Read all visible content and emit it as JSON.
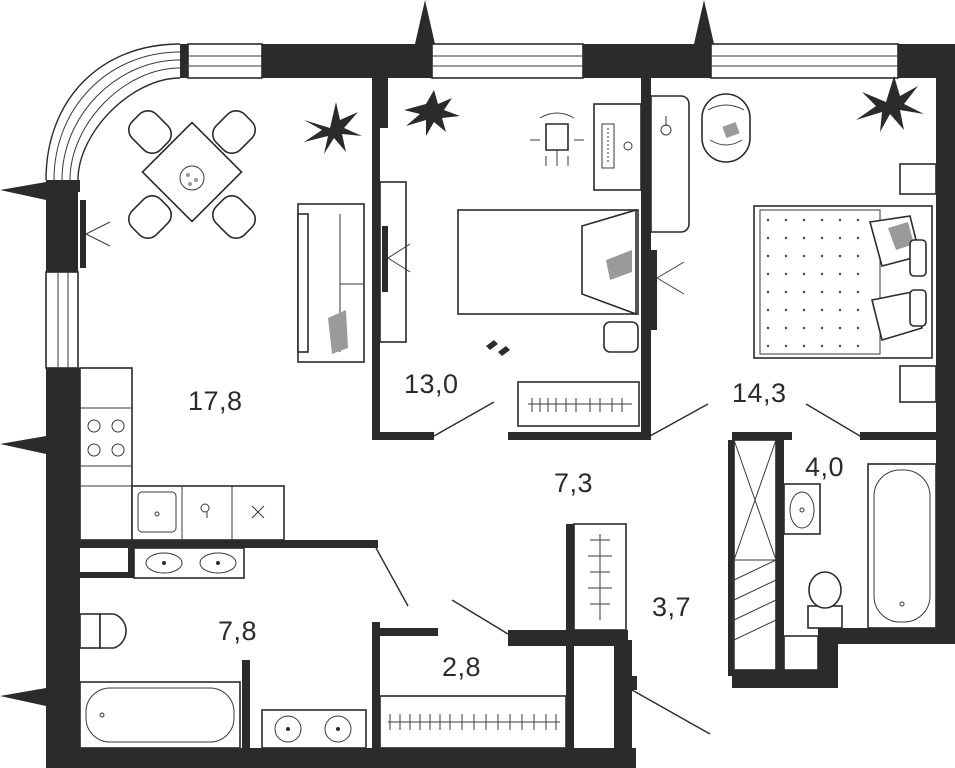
{
  "plan": {
    "rooms": [
      {
        "id": "living-kitchen",
        "area": "17,8"
      },
      {
        "id": "bedroom-1",
        "area": "13,0"
      },
      {
        "id": "bedroom-2",
        "area": "14,3"
      },
      {
        "id": "bathroom-small",
        "area": "4,0"
      },
      {
        "id": "hallway",
        "area": "7,3"
      },
      {
        "id": "wardrobe-hall",
        "area": "3,7"
      },
      {
        "id": "bathroom-main",
        "area": "7,8"
      },
      {
        "id": "storage",
        "area": "2,8"
      }
    ],
    "colors": {
      "walls": "#2b2b2b",
      "background": "#ffffff",
      "accent": "#9a9a9a"
    }
  }
}
